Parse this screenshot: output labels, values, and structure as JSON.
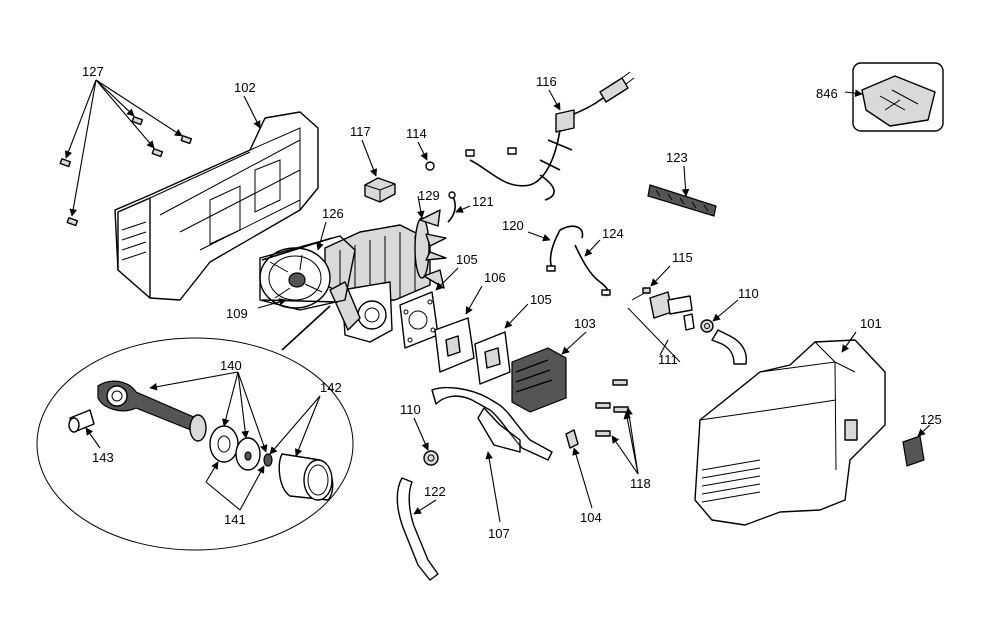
{
  "labels": {
    "p101": "101",
    "p102": "102",
    "p103": "103",
    "p104": "104",
    "p105a": "105",
    "p105b": "105",
    "p106": "106",
    "p107": "107",
    "p109": "109",
    "p110a": "110",
    "p110b": "110",
    "p111": "111",
    "p114": "114",
    "p115": "115",
    "p116": "116",
    "p117": "117",
    "p118": "118",
    "p120": "120",
    "p121": "121",
    "p122": "122",
    "p123": "123",
    "p124": "124",
    "p125": "125",
    "p126": "126",
    "p127": "127",
    "p129": "129",
    "p140": "140",
    "p141": "141",
    "p142": "142",
    "p143": "143",
    "p846": "846"
  },
  "colors": {
    "line": "#000000",
    "background": "#ffffff",
    "shade": "#d9d9d9"
  }
}
